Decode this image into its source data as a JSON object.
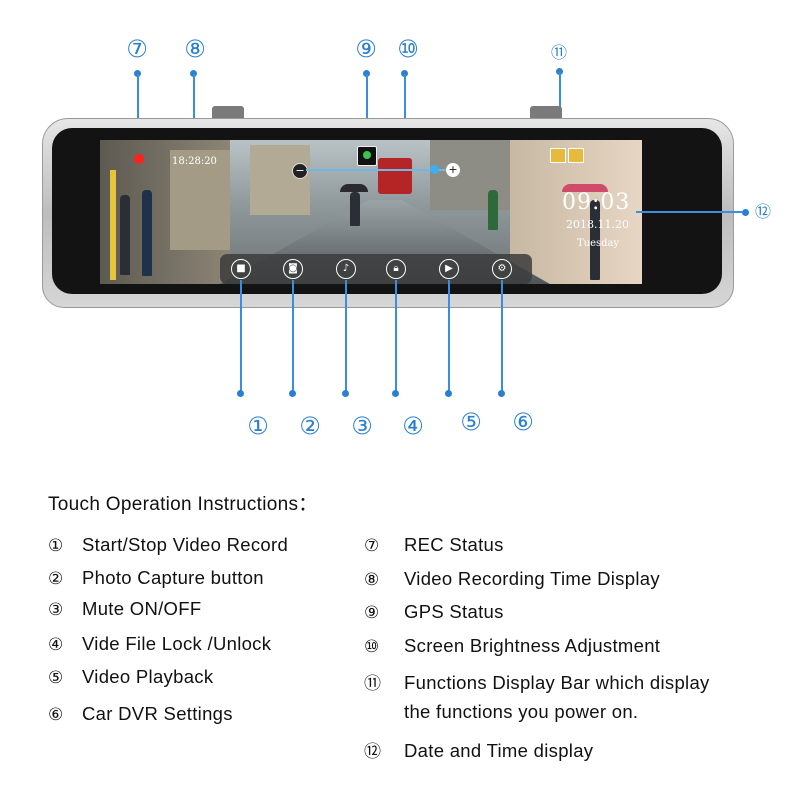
{
  "screen": {
    "time_display": "18:28:20",
    "clock": "09:03",
    "date": "2018.11.20",
    "weekday": "Tuesday"
  },
  "callouts": {
    "bottom": [
      "①",
      "②",
      "③",
      "④",
      "⑤",
      "⑥"
    ],
    "top": [
      "⑦",
      "⑧",
      "⑨",
      "⑩",
      "⑪"
    ],
    "right": "⑫"
  },
  "toolbar_icons": [
    "stop-record-icon",
    "camera-icon",
    "microphone-icon",
    "lock-icon",
    "playback-icon",
    "gear-icon"
  ],
  "instructions": {
    "heading": "Touch Operation Instructions：",
    "left": [
      {
        "num": "①",
        "text": "Start/Stop Video Record"
      },
      {
        "num": "②",
        "text": "Photo Capture button"
      },
      {
        "num": "③",
        "text": "Mute ON/OFF"
      },
      {
        "num": "④",
        "text": "Vide File Lock /Unlock"
      },
      {
        "num": "⑤",
        "text": "Video Playback"
      },
      {
        "num": "⑥",
        "text": "Car DVR Settings"
      }
    ],
    "right": [
      {
        "num": "⑦",
        "text": "REC Status"
      },
      {
        "num": "⑧",
        "text": "Video Recording Time Display"
      },
      {
        "num": "⑨",
        "text": "GPS Status"
      },
      {
        "num": "⑩",
        "text": "Screen Brightness Adjustment"
      },
      {
        "num": "⑪",
        "text": "Functions Display Bar which display"
      },
      {
        "num": "",
        "text": "the functions you power on."
      },
      {
        "num": "⑫",
        "text": "Date and Time display"
      }
    ]
  },
  "colors": {
    "accent": "#2a7fd0",
    "rec": "#ff2020",
    "gps": "#39c451"
  }
}
